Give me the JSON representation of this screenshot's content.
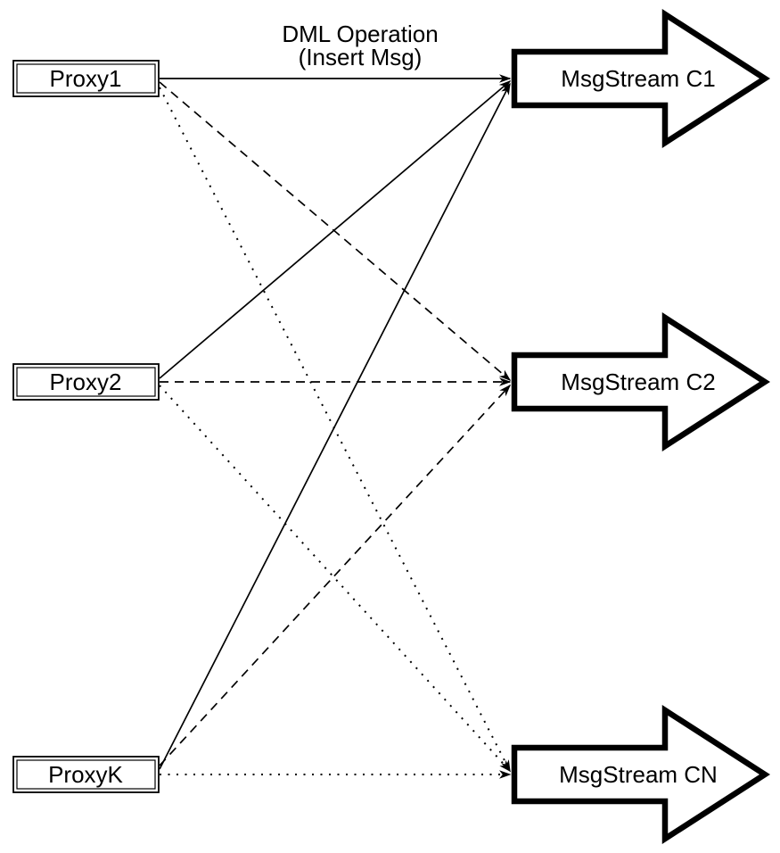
{
  "diagram": {
    "title": {
      "line1": "DML Operation",
      "line2": "(Insert Msg)"
    },
    "proxies": [
      {
        "id": "proxy1",
        "label": "Proxy1"
      },
      {
        "id": "proxy2",
        "label": "Proxy2"
      },
      {
        "id": "proxyk",
        "label": "ProxyK"
      }
    ],
    "streams": [
      {
        "id": "c1",
        "label": "MsgStream C1"
      },
      {
        "id": "c2",
        "label": "MsgStream C2"
      },
      {
        "id": "cn",
        "label": "MsgStream CN"
      }
    ],
    "edges": [
      {
        "from": "proxy1",
        "to": "c1",
        "style": "solid"
      },
      {
        "from": "proxy1",
        "to": "c2",
        "style": "dashed"
      },
      {
        "from": "proxy1",
        "to": "cn",
        "style": "dotted"
      },
      {
        "from": "proxy2",
        "to": "c1",
        "style": "solid"
      },
      {
        "from": "proxy2",
        "to": "c2",
        "style": "dashed"
      },
      {
        "from": "proxy2",
        "to": "cn",
        "style": "dotted"
      },
      {
        "from": "proxyk",
        "to": "c1",
        "style": "solid"
      },
      {
        "from": "proxyk",
        "to": "c2",
        "style": "dashed"
      },
      {
        "from": "proxyk",
        "to": "cn",
        "style": "dotted"
      }
    ],
    "colors": {
      "stroke": "#000000",
      "fill": "#ffffff",
      "background": "#ffffff"
    }
  }
}
